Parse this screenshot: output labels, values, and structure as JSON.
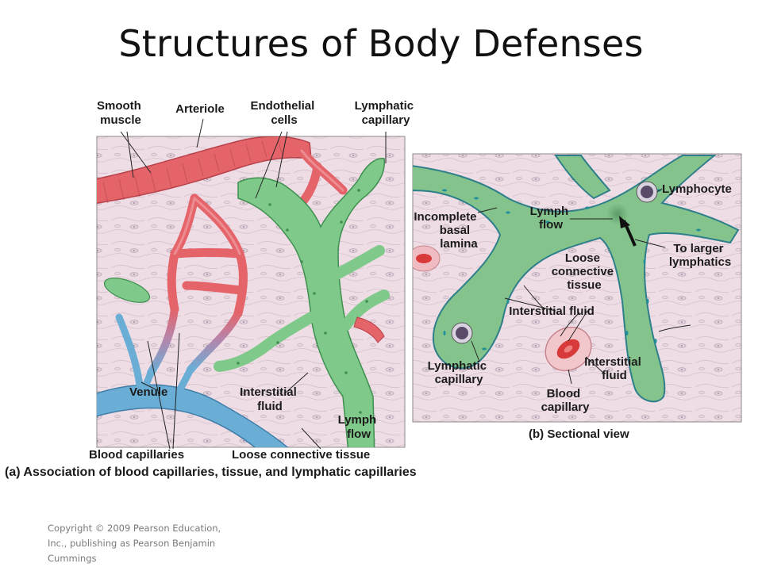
{
  "title": "Structures of Body Defenses",
  "panel_a": {
    "caption": "(a) Association of blood capillaries, tissue, and lymphatic capillaries",
    "labels": {
      "smooth_muscle": [
        "Smooth",
        "muscle"
      ],
      "arteriole": "Arteriole",
      "endothelial_cells": [
        "Endothelial",
        "cells"
      ],
      "lymphatic_capillary": [
        "Lymphatic",
        "capillary"
      ],
      "venule": "Venule",
      "interstitial_fluid": [
        "Interstitial",
        "fluid"
      ],
      "lymph_flow": [
        "Lymph",
        "flow"
      ],
      "blood_capillaries": "Blood capillaries",
      "loose_connective_tissue": "Loose connective tissue"
    }
  },
  "panel_b": {
    "caption": "(b) Sectional view",
    "labels": {
      "incomplete_basal_lamina": [
        "Incomplete",
        "basal",
        "lamina"
      ],
      "lymph_flow": [
        "Lymph",
        "flow"
      ],
      "lymphocyte": "Lymphocyte",
      "to_larger_lymphatics": [
        "To larger",
        "lymphatics"
      ],
      "loose_connective_tissue": [
        "Loose",
        "connective",
        "tissue"
      ],
      "interstitial_fluid_top": "Interstitial fluid",
      "lymphatic_capillary": [
        "Lymphatic",
        "capillary"
      ],
      "interstitial_fluid_right": [
        "Interstitial",
        "fluid"
      ],
      "blood_capillary": [
        "Blood",
        "capillary"
      ]
    }
  },
  "copyright": "Copyright © 2009 Pearson Education, Inc., publishing as Pearson Benjamin Cummings",
  "colors": {
    "tissue": "#efdde6",
    "arteriole": "#e4646a",
    "lymph": "#7fc98a",
    "venule": "#6aaed6",
    "lymph_b": "#84c48c"
  }
}
